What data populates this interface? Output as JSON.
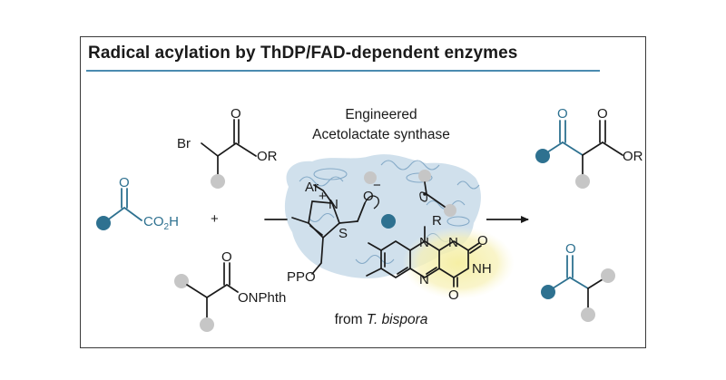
{
  "header": {
    "title": "Radical acylation by ThDP/FAD-dependent enzymes"
  },
  "enzyme": {
    "line1": "Engineered",
    "line2": "Acetolactate synthase",
    "source_prefix": "from ",
    "source_species": "T. bispora"
  },
  "labels": {
    "br": "Br",
    "or_top": "OR",
    "or_product": "OR",
    "o": "O",
    "co2h_pre": "CO",
    "co2h_sub": "2",
    "co2h_post": "H",
    "plus": "+",
    "onphth": "ONPhth",
    "ar": "Ar",
    "n": "N",
    "n_plus": "+",
    "s": "S",
    "ppo": "PPO",
    "o_minus": "−",
    "r": "R",
    "nh": "NH"
  },
  "colors": {
    "title_rule": "#4a8bb0",
    "acyl_blue": "#2e7190",
    "substituent_gray": "#c6c6c6",
    "flavin_glow": "#f5eea0",
    "protein_blue": "#a9c6dc"
  }
}
